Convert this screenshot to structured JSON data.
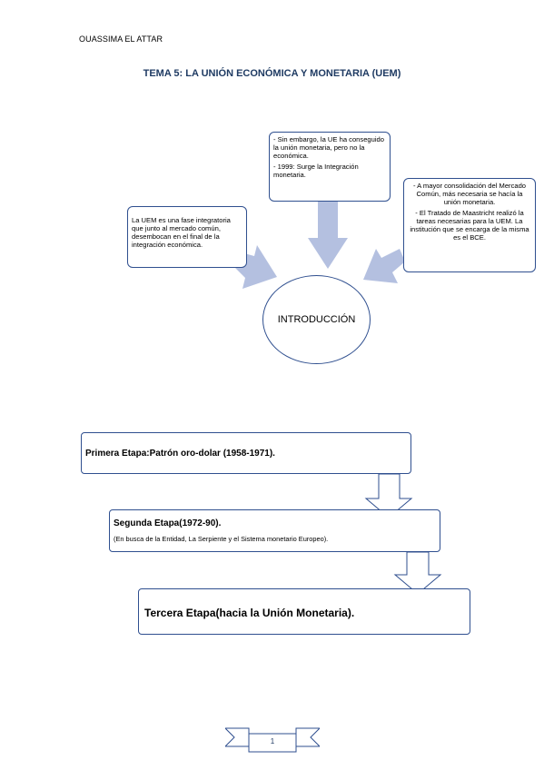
{
  "header": {
    "author": "OUASSIMA EL ATTAR",
    "title": "TEMA 5: LA UNIÓN ECONÓMICA Y MONETARIA (UEM)"
  },
  "diagram": {
    "center": "INTRODUCCIÓN",
    "left_box": "La UEM es una fase integratoria que junto al mercado común, desembocan en el final de la integración económica.",
    "top_box": [
      "- Sin embargo, la UE ha conseguido la unión monetaria, pero no la económica.",
      "- 1999: Surge la Integración monetaria."
    ],
    "right_box": [
      "- A mayor consolidación del Mercado Común, más necesaria se hacía la unión monetaria.",
      "- El Tratado de Maastricht realizó la tareas necesarias para la UEM. La institución que se encarga de la misma es el BCE."
    ]
  },
  "stages": {
    "first": "Primera Etapa:Patrón oro-dolar (1958-1971).",
    "second_title": "Segunda Etapa(1972-90).",
    "second_sub": "(En busca de la Entidad, La Serpiente y el Sistema monetario Europeo).",
    "third": "Tercera Etapa(hacia la Unión Monetaria)."
  },
  "footer": {
    "page_number": "1"
  },
  "colors": {
    "title": "#1f3b63",
    "border": "#2f4f8f",
    "arrow_fill": "#b4c0e0"
  }
}
